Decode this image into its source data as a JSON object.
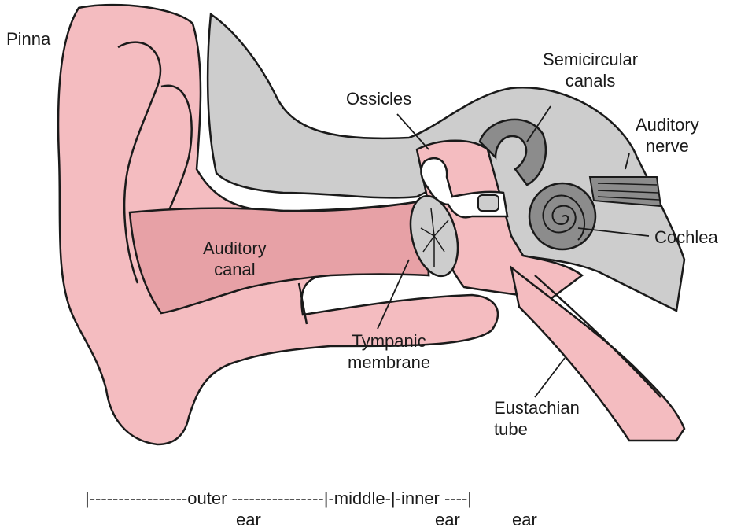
{
  "labels": {
    "pinna": "Pinna",
    "ossicles": "Ossicles",
    "semicircular": [
      "Semicircular",
      "canals"
    ],
    "auditory_nerve": [
      "Auditory",
      "nerve"
    ],
    "cochlea": "Cochlea",
    "auditory_canal": [
      "Auditory",
      "canal"
    ],
    "tympanic": [
      "Tympanic",
      "membrane"
    ],
    "eustachian": [
      "Eustachian",
      "tube"
    ]
  },
  "scale": {
    "bar": "|-----------------outer ----------------|-middle-|-inner ----|",
    "outer_ear": "ear",
    "middle_ear": "ear",
    "inner_ear": "ear"
  },
  "colors": {
    "pink": "#f4bcc0",
    "pink_dark": "#e7a1a6",
    "bone_gray": "#cdcdcd",
    "cochlea_gray": "#8c8c8c",
    "outline": "#1a1a1a"
  }
}
